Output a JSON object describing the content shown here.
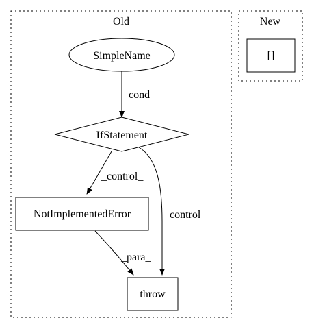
{
  "clusters": {
    "old": {
      "label": "Old"
    },
    "new": {
      "label": "New"
    }
  },
  "nodes": {
    "simple_name": {
      "label": "SimpleName",
      "shape": "ellipse"
    },
    "if_statement": {
      "label": "IfStatement",
      "shape": "diamond"
    },
    "not_implemented_error": {
      "label": "NotImplementedError",
      "shape": "box"
    },
    "throw": {
      "label": "throw",
      "shape": "box"
    },
    "brackets": {
      "label": "[]",
      "shape": "box"
    }
  },
  "edges": {
    "cond": {
      "from": "SimpleName",
      "to": "IfStatement",
      "label": "_cond_"
    },
    "control_to_error": {
      "from": "IfStatement",
      "to": "NotImplementedError",
      "label": "_control_"
    },
    "control_to_throw": {
      "from": "IfStatement",
      "to": "throw",
      "label": "_control_"
    },
    "para": {
      "from": "NotImplementedError",
      "to": "throw",
      "label": "_para_"
    }
  },
  "colors": {
    "stroke": "#000000",
    "background": "#ffffff"
  }
}
